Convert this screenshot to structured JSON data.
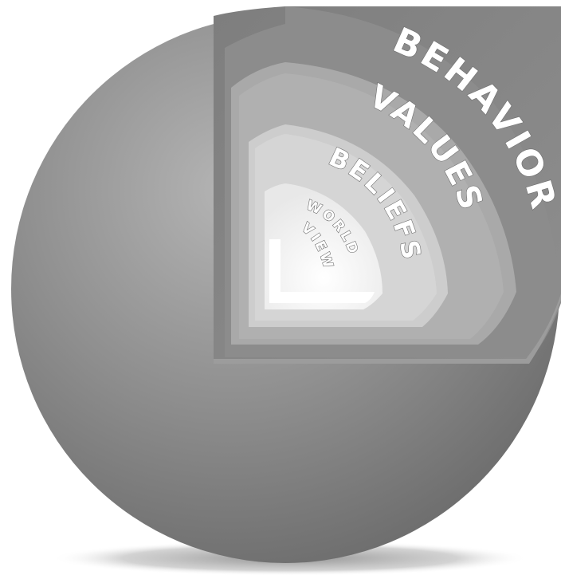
{
  "diagram": {
    "type": "layered-sphere",
    "layers": [
      {
        "id": "behavior",
        "label": "BEHAVIOR",
        "color": "#8a8a8a"
      },
      {
        "id": "values",
        "label": "VALUES",
        "color": "#a8a8a8"
      },
      {
        "id": "beliefs",
        "label": "BELIEFS",
        "color": "#cfcfcf"
      },
      {
        "id": "worldview",
        "label_line1": "WORLD",
        "label_line2": "VIEW",
        "color": "#f6f6f6"
      }
    ],
    "sphere_color": "#909090",
    "shadow_color": "#9a9a9a"
  }
}
